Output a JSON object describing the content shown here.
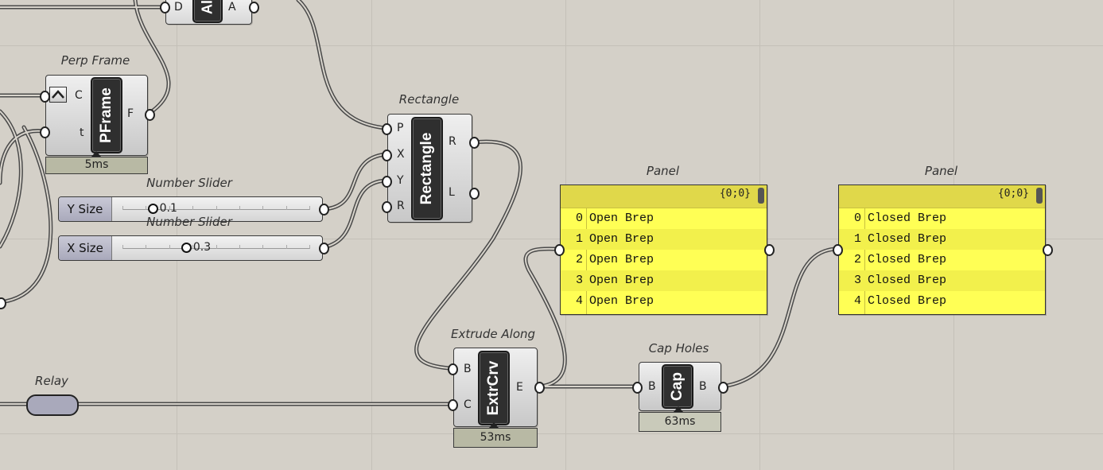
{
  "canvas": {
    "background": "#d4d0c8",
    "grid_color": "#c4c0b8",
    "wire_color": "#4a4a4a"
  },
  "components": {
    "top": {
      "input": "D",
      "output": "A",
      "core": "Al"
    },
    "perp_frame": {
      "title": "Perp Frame",
      "inputs": [
        "C",
        "t"
      ],
      "output": "F",
      "core": "PFrame",
      "timer": "5ms"
    },
    "rectangle": {
      "title": "Rectangle",
      "inputs": [
        "P",
        "X",
        "Y",
        "R"
      ],
      "outputs": [
        "R",
        "L"
      ],
      "core": "Rectangle"
    },
    "y_slider": {
      "title": "Number Slider",
      "label": "Y Size",
      "value": "0.1",
      "fraction": 0.16
    },
    "x_slider": {
      "title": "Number Slider",
      "label": "X Size",
      "value": "0.3",
      "fraction": 0.34
    },
    "extrude": {
      "title": "Extrude Along",
      "inputs": [
        "B",
        "C"
      ],
      "output": "E",
      "core": "ExtrCrv",
      "timer": "53ms"
    },
    "cap": {
      "title": "Cap Holes",
      "input": "B",
      "output": "B",
      "core": "Cap",
      "timer": "63ms"
    },
    "relay": {
      "title": "Relay"
    }
  },
  "panels": [
    {
      "title": "Panel",
      "path": "{0;0}",
      "rows": [
        {
          "index": "0",
          "text": "Open Brep"
        },
        {
          "index": "1",
          "text": "Open Brep"
        },
        {
          "index": "2",
          "text": "Open Brep"
        },
        {
          "index": "3",
          "text": "Open Brep"
        },
        {
          "index": "4",
          "text": "Open Brep"
        }
      ]
    },
    {
      "title": "Panel",
      "path": "{0;0}",
      "rows": [
        {
          "index": "0",
          "text": "Closed Brep"
        },
        {
          "index": "1",
          "text": "Closed Brep"
        },
        {
          "index": "2",
          "text": "Closed Brep"
        },
        {
          "index": "3",
          "text": "Closed Brep"
        },
        {
          "index": "4",
          "text": "Closed Brep"
        }
      ]
    }
  ]
}
